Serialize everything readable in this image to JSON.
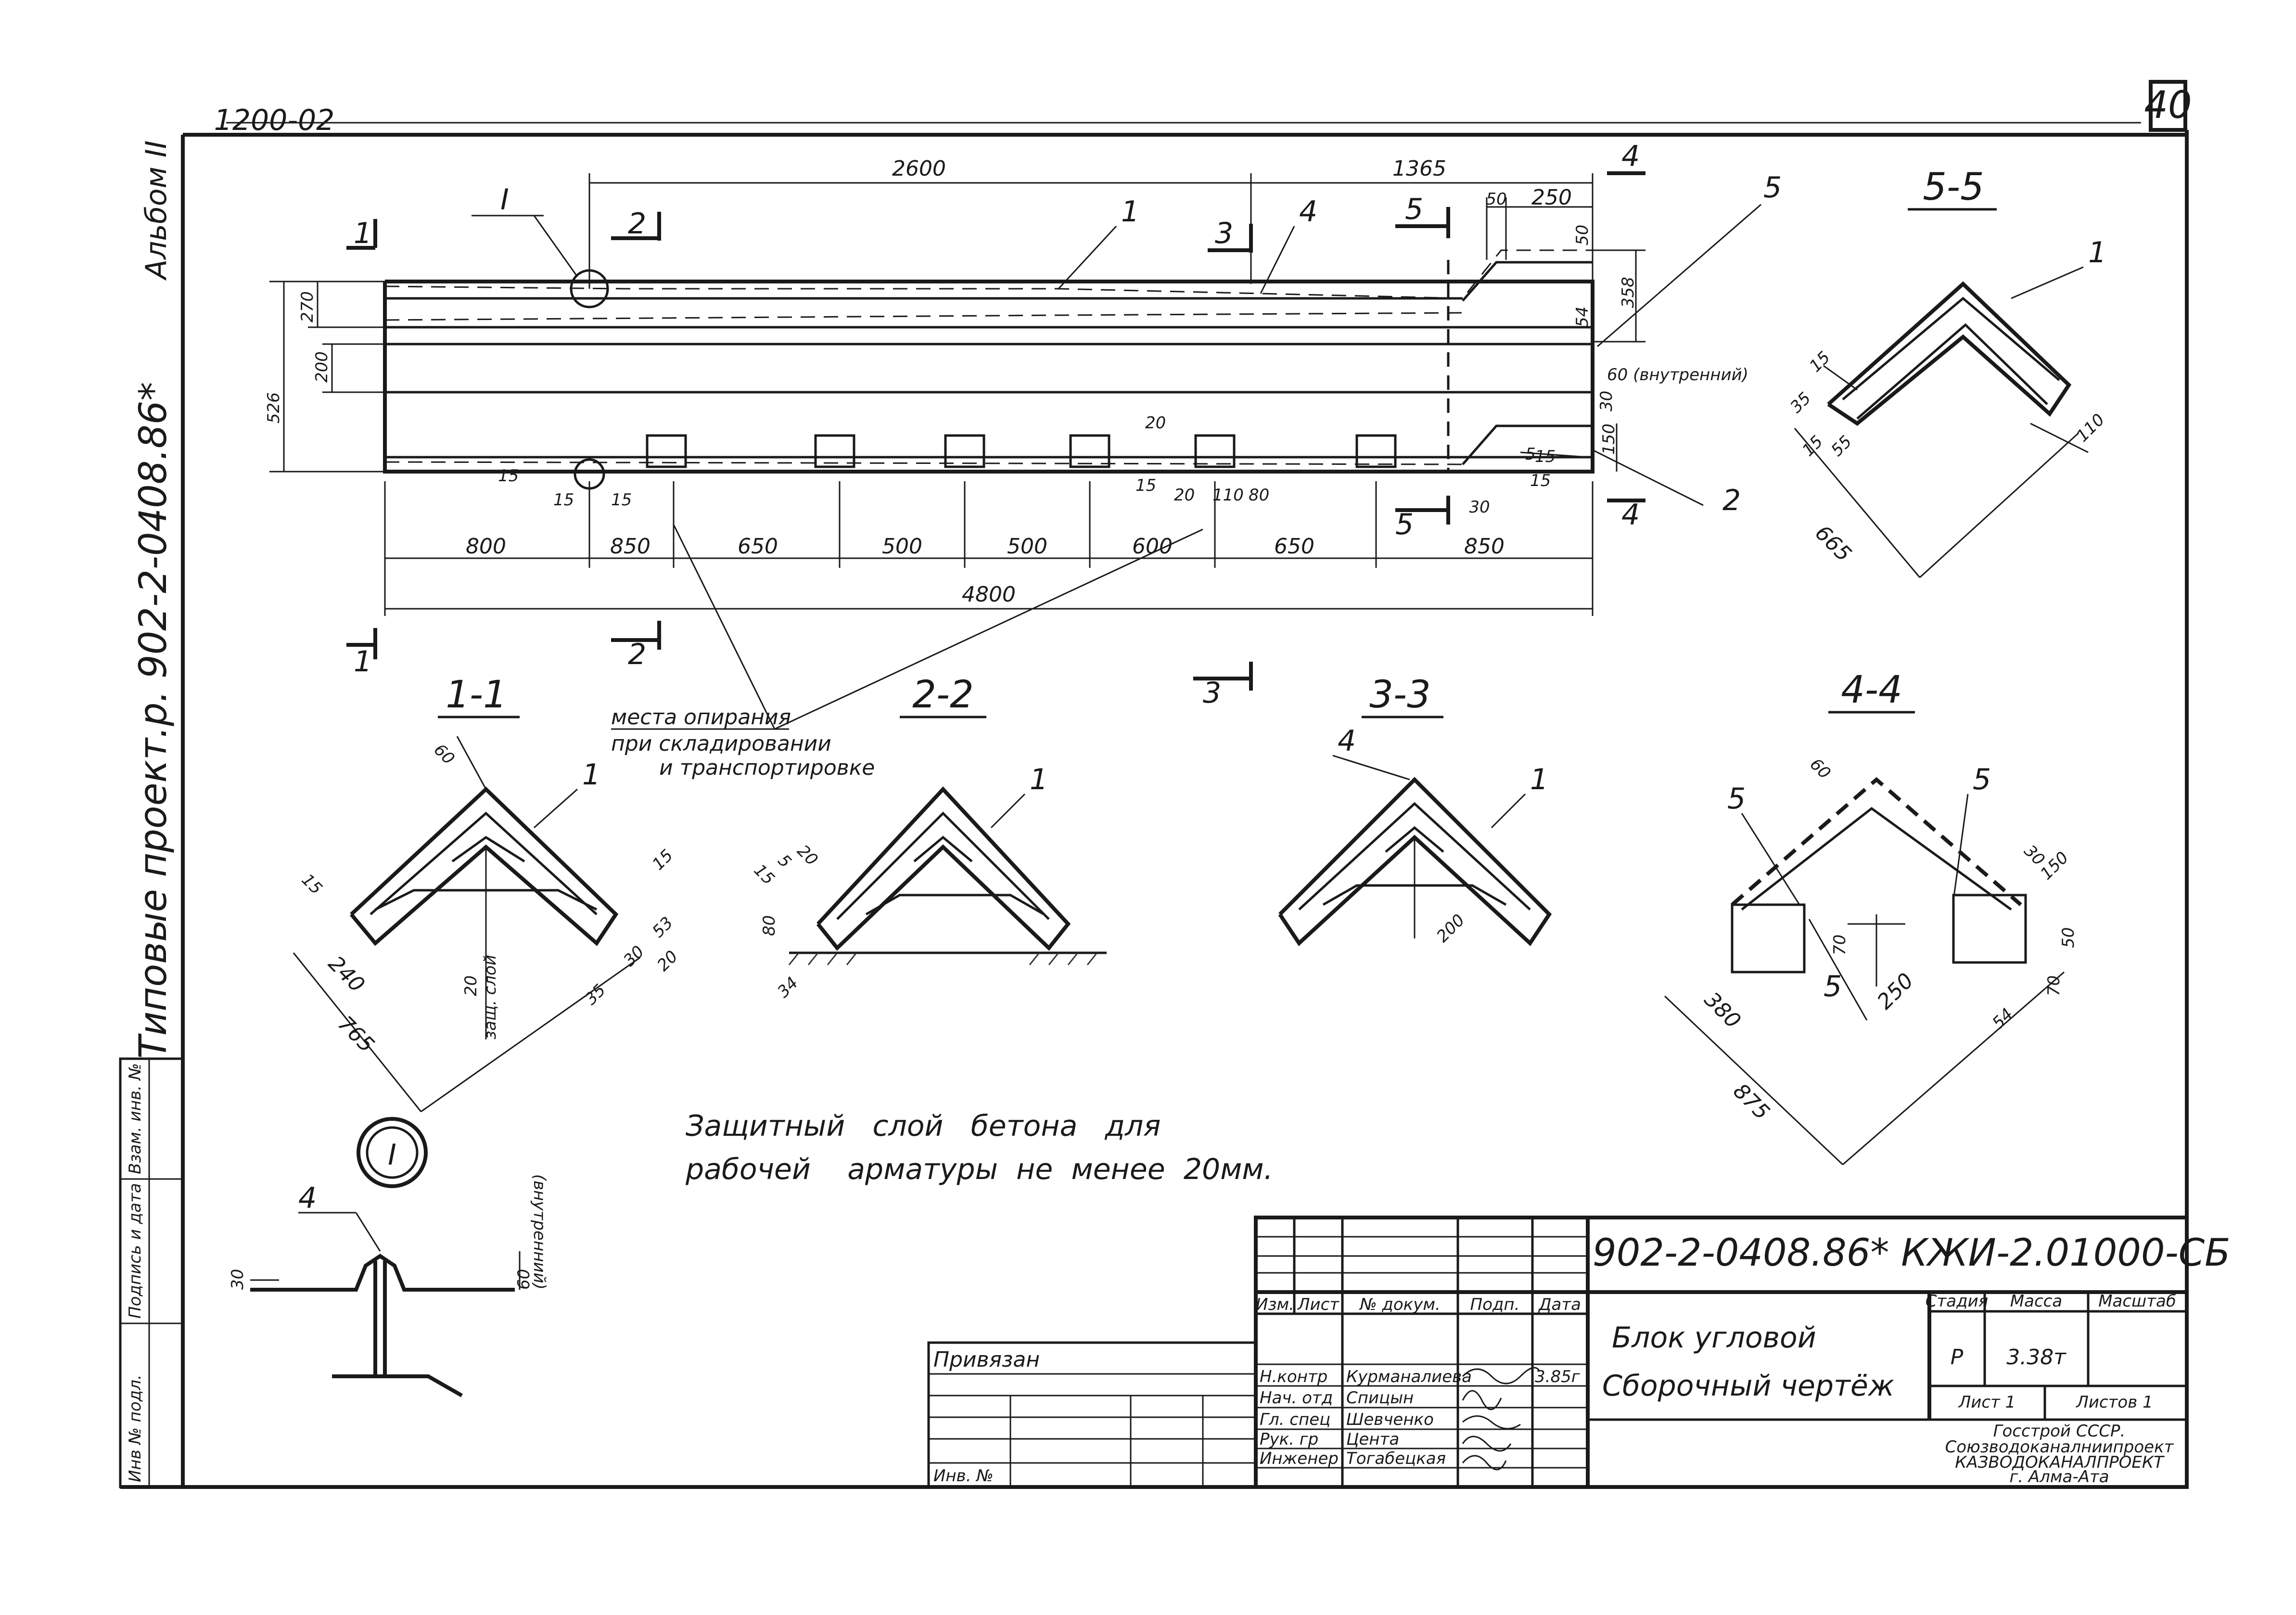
{
  "sheet": {
    "corner_code": "1200-02",
    "page_number": "40",
    "side_title": "Типовые проект.р. 902-2-0408.86*",
    "album": "Альбом II"
  },
  "elevation": {
    "top_dims": [
      "2600",
      "1365",
      "50",
      "250"
    ],
    "left_dims": [
      "270",
      "200",
      "526"
    ],
    "right_dims": [
      "50",
      "358",
      "54",
      "60 (внутренний)",
      "30",
      "150",
      "30"
    ],
    "small_dims": [
      "15",
      "15",
      "15",
      "15",
      "20",
      "20",
      "110",
      "80",
      "15",
      "15"
    ],
    "bottom_dims": [
      "800",
      "850",
      "650",
      "500",
      "500",
      "600",
      "650",
      "850"
    ],
    "overall_length": "4800",
    "section_marks": [
      "I",
      "1",
      "1",
      "2",
      "2",
      "3",
      "3",
      "4",
      "4",
      "5",
      "5"
    ],
    "callouts": [
      "1",
      "4",
      "5",
      "2",
      "5"
    ],
    "support_note": [
      "места опирания",
      "при складировании",
      "и транспортировке"
    ]
  },
  "sections": [
    {
      "title": "1-1",
      "dims": [
        "60",
        "15",
        "15",
        "240",
        "20",
        "защ. слой",
        "765",
        "53",
        "20",
        "30",
        "35"
      ],
      "callout": "1"
    },
    {
      "title": "2-2",
      "dims": [
        "15",
        "5",
        "20",
        "80",
        "34"
      ],
      "callout": "1"
    },
    {
      "title": "3-3",
      "dims": [
        "4",
        "200"
      ],
      "callout": "1"
    },
    {
      "title": "4-4",
      "dims": [
        "60",
        "5",
        "5",
        "5",
        "70",
        "380",
        "250",
        "875",
        "30",
        "150",
        "50",
        "70",
        "54"
      ]
    },
    {
      "title": "5-5",
      "dims": [
        "15",
        "35",
        "15",
        "55",
        "110",
        "665"
      ],
      "callout": "1"
    }
  ],
  "node_detail": {
    "mark": "I",
    "callout": "4",
    "dims": [
      "30",
      "60",
      "(внутренний)"
    ]
  },
  "note": {
    "line1": "Защитный   слой   бетона   для",
    "line2": "рабочей    арматуры  не  менее  20мм."
  },
  "left_strip": [
    "Инв № подл.",
    "Подпись и дата",
    "Взам. инв. №"
  ],
  "title_block": {
    "doc_code": "902-2-0408.86* КЖИ-2.01000-СБ",
    "header_cols": [
      "Изм.",
      "Лист",
      "№ докум.",
      "Подп.",
      "Дата"
    ],
    "staff": [
      {
        "role": "Н.контр",
        "name": "Курманалиева",
        "date": "3.85г"
      },
      {
        "role": "Нач. отд",
        "name": "Спицын",
        "date": ""
      },
      {
        "role": "Гл. спец",
        "name": "Шевченко",
        "date": ""
      },
      {
        "role": "Рук. гр",
        "name": "Цента",
        "date": ""
      },
      {
        "role": "Инженер",
        "name": "Тогабецкая",
        "date": ""
      }
    ],
    "title_line1": "Блок  угловой",
    "title_line2": "Сборочный  чертёж",
    "stage_label": "Стадия",
    "mass_label": "Масса",
    "scale_label": "Масштаб",
    "stage": "Р",
    "mass": "3.38т",
    "sheet_label": "Лист 1",
    "sheets_label": "Листов 1",
    "org_lines": [
      "Госстрой СССР.",
      "Союзводоканалниипроект",
      "КАЗВОДОКАНАЛПРОЕКТ",
      "г. Алма-Ата"
    ],
    "privyazan": "Привязан",
    "inv_no": "Инв. №"
  }
}
